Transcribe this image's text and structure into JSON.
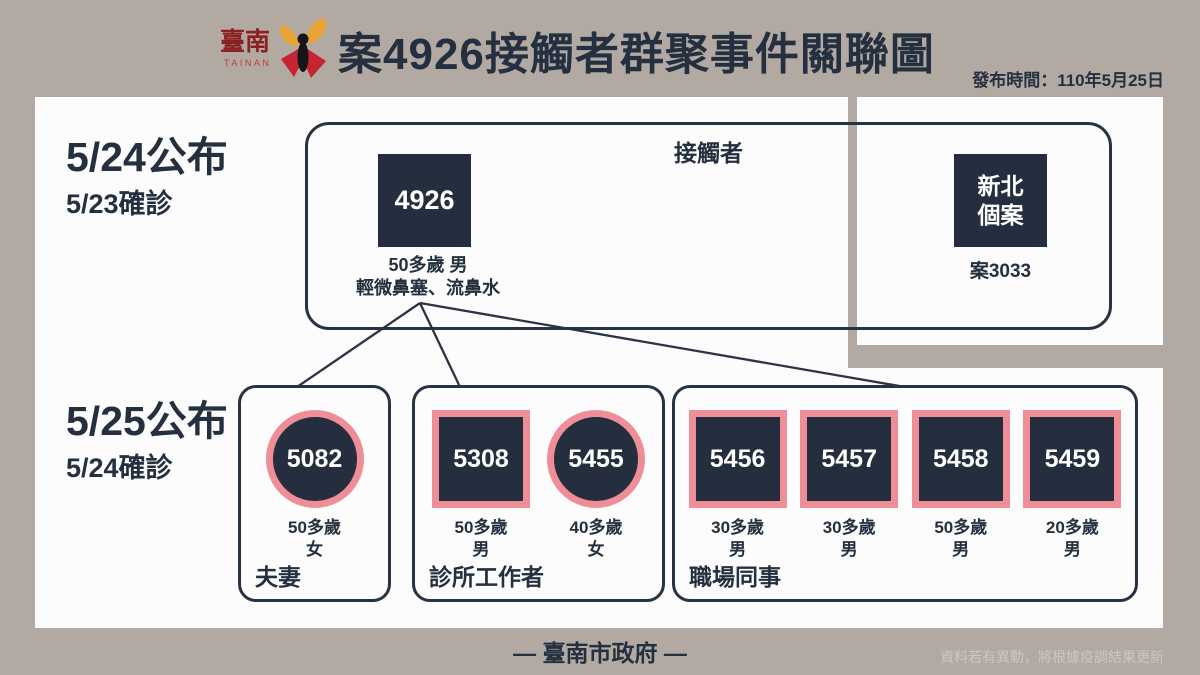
{
  "header": {
    "logo_text": "臺南",
    "logo_subtext": "TAINAN",
    "title": "案4926接觸者群聚事件關聯圖",
    "publish_time": "發布時間：110年5月25日"
  },
  "sections": {
    "top": {
      "announce": "5/24公布",
      "confirm": "5/23確診",
      "contact_box_label": "接觸者",
      "index_case": {
        "id": "4926",
        "desc_line1": "50多歲 男",
        "desc_line2": "輕微鼻塞、流鼻水"
      },
      "external_case": {
        "name_line1": "新北",
        "name_line2": "個案",
        "case_no": "案3033"
      }
    },
    "bottom": {
      "announce": "5/25公布",
      "confirm": "5/24確診",
      "groups": [
        {
          "label": "夫妻",
          "cases": [
            {
              "id": "5082",
              "shape": "circle",
              "age": "50多歲",
              "sex": "女"
            }
          ]
        },
        {
          "label": "診所工作者",
          "cases": [
            {
              "id": "5308",
              "shape": "square",
              "age": "50多歲",
              "sex": "男"
            },
            {
              "id": "5455",
              "shape": "circle",
              "age": "40多歲",
              "sex": "女"
            }
          ]
        },
        {
          "label": "職場同事",
          "cases": [
            {
              "id": "5456",
              "shape": "square",
              "age": "30多歲",
              "sex": "男"
            },
            {
              "id": "5457",
              "shape": "square",
              "age": "30多歲",
              "sex": "男"
            },
            {
              "id": "5458",
              "shape": "square",
              "age": "50多歲",
              "sex": "男"
            },
            {
              "id": "5459",
              "shape": "square",
              "age": "20多歲",
              "sex": "男"
            }
          ]
        }
      ]
    }
  },
  "footer": {
    "org": "— 臺南市政府 —",
    "note": "資料若有異動，將根據疫調結果更新"
  },
  "colors": {
    "background": "#b2a9a3",
    "panel": "#fcfcfc",
    "navy": "#242e3e",
    "pink": "#ef8e97",
    "line": "#2a3444"
  }
}
